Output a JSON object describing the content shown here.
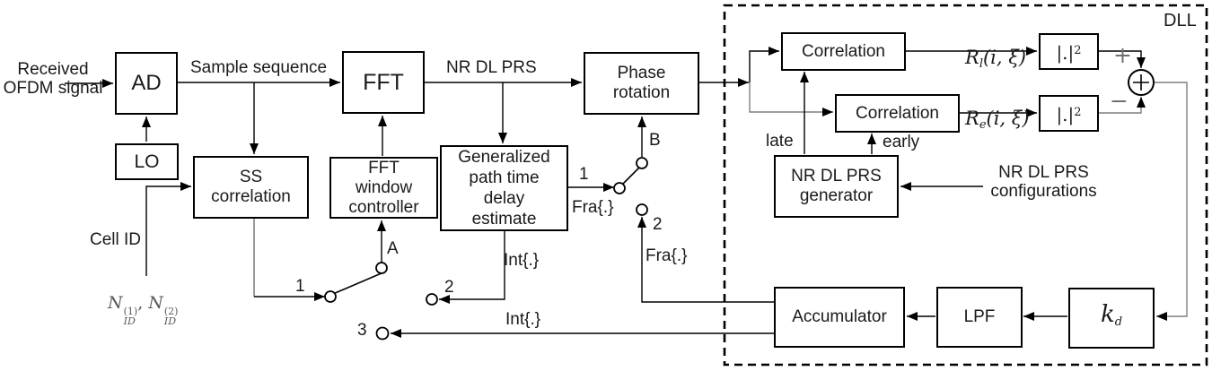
{
  "colors": {
    "box_border": "#000000",
    "connector": "#000000",
    "connector_gray": "#7f7f7f",
    "muted_text": "#595959"
  },
  "blocks": {
    "ad": "AD",
    "lo": "LO",
    "ss_correlation": [
      "SS",
      "correlation"
    ],
    "fft": "FFT",
    "fft_window_controller": [
      "FFT",
      "window",
      "controller"
    ],
    "generalized_estimate": [
      "Generalized",
      "path time",
      "delay",
      "estimate"
    ],
    "phase_rotation": [
      "Phase",
      "rotation"
    ],
    "correlation_late": "Correlation",
    "correlation_early": "Correlation",
    "nr_dl_prs_generator": [
      "NR DL PRS",
      "generator"
    ],
    "accumulator": "Accumulator",
    "lpf": "LPF"
  },
  "labels": {
    "received_ofdm": [
      "Received",
      "OFDM signal"
    ],
    "sample_sequence": "Sample sequence",
    "nr_dl_prs": "NR DL PRS",
    "cell_id": "Cell ID",
    "late": "late",
    "early": "early",
    "dll": "DLL",
    "nr_dl_prs_configurations": [
      "NR DL PRS",
      "configurations"
    ],
    "plus": "+",
    "minus": "−",
    "switch_a": "A",
    "switch_b": "B",
    "pos1_a": "1",
    "pos2_a": "2",
    "pos3_a": "3",
    "pos1_b": "1",
    "pos2_b": "2",
    "fra_b1": "Fra{.}",
    "fra_b2": "Fra{.}",
    "int_a2": "Int{.}",
    "int_a3": "Int{.}"
  },
  "math": {
    "separator": ",",
    "nid1": {
      "base": "N",
      "sub": "ID",
      "sup": "(1)"
    },
    "nid2": {
      "base": "N",
      "sub": "ID",
      "sup": "(2)"
    },
    "rl": {
      "base": "R",
      "sub": "l",
      "args": "(i, ξ)"
    },
    "re": {
      "base": "R",
      "sub": "e",
      "args": "(i, ξ)"
    },
    "kd": {
      "base": "k",
      "sub": "d"
    },
    "magnitude_squared": {
      "base": "|.|",
      "sup": "2"
    }
  }
}
